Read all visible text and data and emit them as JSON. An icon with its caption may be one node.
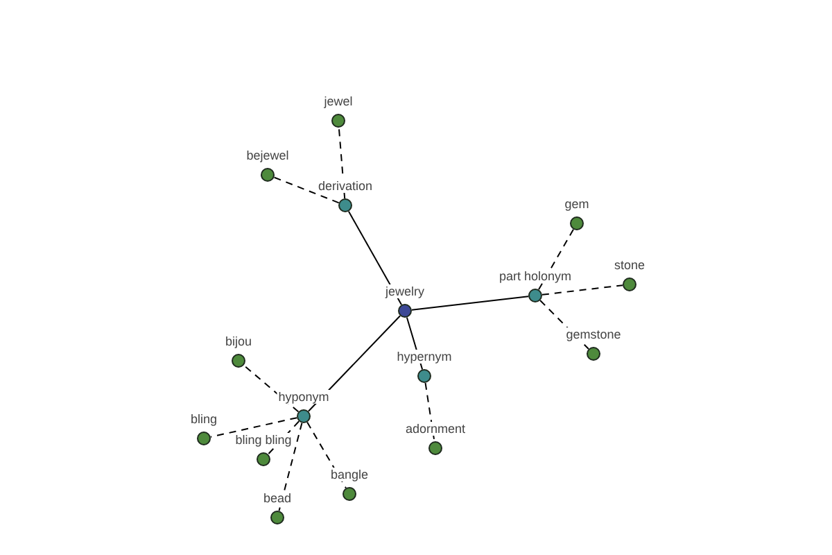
{
  "diagram": {
    "nodes": [
      {
        "text": [],
        "shape": "circle",
        "beside": [
          "jewelry"
        ]
      },
      {
        "text": [],
        "shape": "circle",
        "beside": [
          "derivation"
        ]
      },
      {
        "text": [],
        "shape": "circle",
        "beside": [
          "jewel"
        ]
      },
      {
        "text": [],
        "shape": "circle",
        "beside": [
          "bejewel"
        ]
      },
      {
        "text": [],
        "shape": "circle",
        "beside": [
          "part holonym"
        ]
      },
      {
        "text": [],
        "shape": "circle",
        "beside": [
          "gem"
        ]
      },
      {
        "text": [],
        "shape": "circle",
        "beside": [
          "stone"
        ]
      },
      {
        "text": [],
        "shape": "circle",
        "beside": [
          "gemstone"
        ]
      },
      {
        "text": [],
        "shape": "circle",
        "beside": [
          "hypernym"
        ]
      },
      {
        "text": [],
        "shape": "circle",
        "beside": [
          "adornment"
        ]
      },
      {
        "text": [],
        "shape": "circle",
        "beside": [
          "hyponym"
        ]
      },
      {
        "text": [],
        "shape": "circle",
        "beside": [
          "bijou"
        ]
      },
      {
        "text": [],
        "shape": "circle",
        "beside": [
          "bling"
        ]
      },
      {
        "text": [],
        "shape": "circle",
        "beside": [
          "bling bling"
        ]
      },
      {
        "text": [],
        "shape": "circle",
        "beside": [
          "bead"
        ]
      },
      {
        "text": [],
        "shape": "circle",
        "beside": [
          "bangle"
        ]
      }
    ],
    "edges": [
      {
        "from": 0,
        "to": 1,
        "arrow": "none"
      },
      {
        "from": 0,
        "to": 4,
        "arrow": "none"
      },
      {
        "from": 0,
        "to": 8,
        "arrow": "none"
      },
      {
        "from": 0,
        "to": 10,
        "arrow": "none"
      },
      {
        "from": 1,
        "to": 2,
        "arrow": "none",
        "style": "dashed"
      },
      {
        "from": 1,
        "to": 3,
        "arrow": "none",
        "style": "dashed"
      },
      {
        "from": 4,
        "to": 5,
        "arrow": "none",
        "style": "dashed"
      },
      {
        "from": 4,
        "to": 6,
        "arrow": "none",
        "style": "dashed"
      },
      {
        "from": 4,
        "to": 7,
        "arrow": "none",
        "style": "dashed"
      },
      {
        "from": 8,
        "to": 9,
        "arrow": "none",
        "style": "dashed"
      },
      {
        "from": 10,
        "to": 11,
        "arrow": "none",
        "style": "dashed"
      },
      {
        "from": 10,
        "to": 12,
        "arrow": "none",
        "style": "dashed"
      },
      {
        "from": 10,
        "to": 13,
        "arrow": "none",
        "style": "dashed"
      },
      {
        "from": 10,
        "to": 14,
        "arrow": "none",
        "style": "dashed"
      },
      {
        "from": 10,
        "to": 15,
        "arrow": "none",
        "style": "dashed"
      }
    ]
  }
}
